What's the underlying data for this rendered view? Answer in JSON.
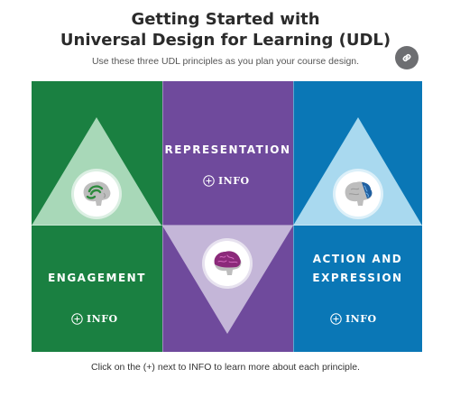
{
  "header": {
    "title_line1": "Getting Started with",
    "title_line2": "Universal Design for Learning (UDL)",
    "subtitle": "Use these three UDL principles as you plan your course design."
  },
  "link_button": {
    "icon": "link-icon"
  },
  "principles": [
    {
      "heading": "ENGAGEMENT",
      "info_label": "INFO",
      "color": "#1a8041",
      "triangle_color": "#a8d8b8",
      "brain_accent": "#2e8b3e"
    },
    {
      "heading_line1": "REPRESENTATION",
      "info_label": "INFO",
      "color": "#6f4a9c",
      "triangle_color": "#c4b6d8",
      "brain_accent": "#8b2a7a"
    },
    {
      "heading_line1": "ACTION AND",
      "heading_line2": "EXPRESSION",
      "info_label": "INFO",
      "color": "#0a77b6",
      "triangle_color": "#a9d9ef",
      "brain_accent": "#1f5fa0"
    }
  ],
  "footer": {
    "instruction": "Click on the (+) next to INFO to learn more about each principle."
  }
}
